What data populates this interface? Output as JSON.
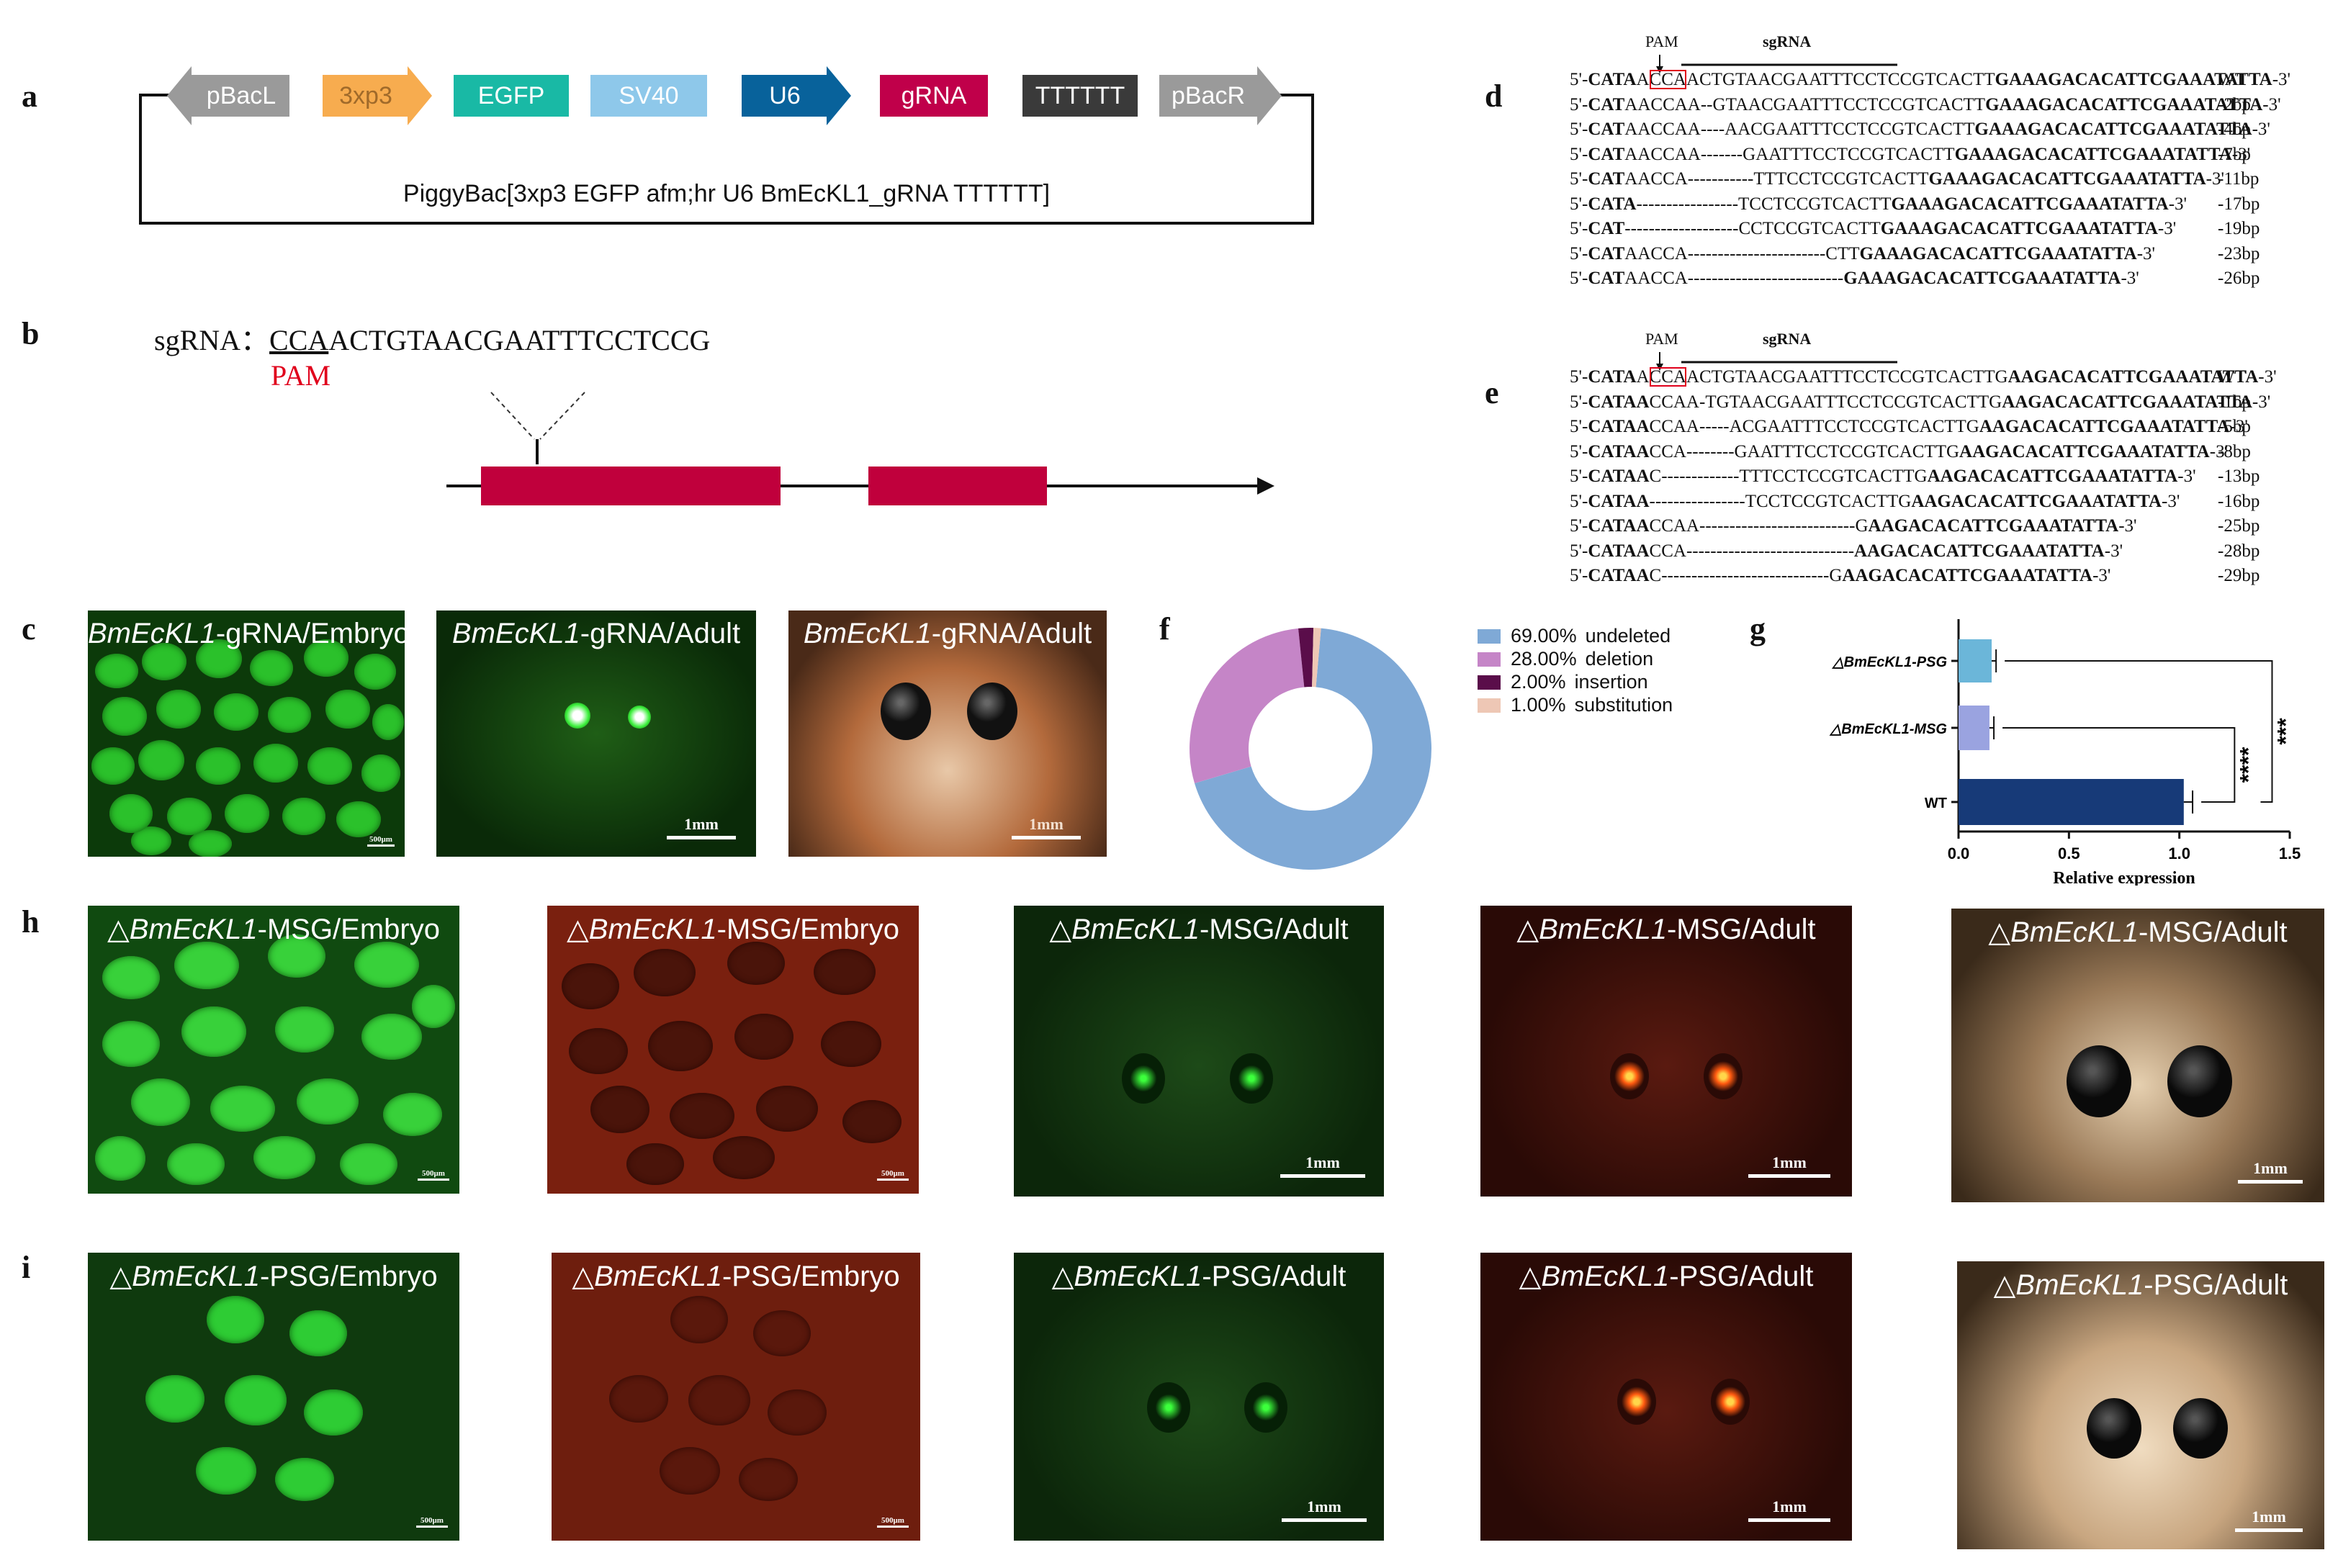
{
  "panel_labels": {
    "a": "a",
    "b": "b",
    "c": "c",
    "d": "d",
    "e": "e",
    "f": "f",
    "g": "g",
    "h": "h",
    "i": "i"
  },
  "panel_a": {
    "segments": [
      "pBacL",
      "3xp3",
      "EGFP",
      "SV40",
      "U6",
      "gRNA",
      "TTTTTT",
      "pBacR"
    ],
    "plasmid_name": "PiggyBac[3xp3 EGFP afm;hr U6 BmEcKL1_gRNA TTTTTT]"
  },
  "panel_b": {
    "prefix": "sgRNA：",
    "pam": "CCA",
    "rest": "ACTGTAACGAATTTCCTCCG",
    "pam_label": "PAM"
  },
  "panel_d": {
    "pam_label": "PAM",
    "sgrna_label": "sgRNA",
    "rows": [
      {
        "a": "5'-",
        "b": "CATA",
        "n": "A",
        "p": "CCA",
        "m": "ACTGTAACGAATTTCCTCCGTCACTT",
        "s": "GAAAGACACATTCGAAATATTA",
        "e": "-3'",
        "tag": "WT"
      },
      {
        "a": "5'-",
        "b": "CAT",
        "n": "AACCAA",
        "p": "",
        "m": "--GTAACGAATTTCCTCCGTCACTT",
        "s": "GAAAGACACATTCGAAATATTA",
        "e": "-3'",
        "tag": "-2bp"
      },
      {
        "a": "5'-",
        "b": "CAT",
        "n": "AACCAA",
        "p": "",
        "m": "----AACGAATTTCCTCCGTCACTT",
        "s": "GAAAGACACATTCGAAATATTA",
        "e": "-3'",
        "tag": "-4bp"
      },
      {
        "a": "5'-",
        "b": "CAT",
        "n": "AACCAA",
        "p": "",
        "m": "-------GAATTTCCTCCGTCACTT",
        "s": "GAAAGACACATTCGAAATATTA",
        "e": "-3'",
        "tag": "-7bp"
      },
      {
        "a": "5'-",
        "b": "CAT",
        "n": "AACCA",
        "p": "",
        "m": "-----------TTTCCTCCGTCACTT",
        "s": "GAAAGACACATTCGAAATATTA",
        "e": "-3'",
        "tag": "-11bp"
      },
      {
        "a": "5'-",
        "b": "CATA",
        "n": "",
        "p": "",
        "m": "-----------------TCCTCCGTCACTT",
        "s": "GAAAGACACATTCGAAATATTA",
        "e": "-3'",
        "tag": "-17bp"
      },
      {
        "a": "5'-",
        "b": "CAT",
        "n": "",
        "p": "",
        "m": "-------------------CCTCCGTCACTT",
        "s": "GAAAGACACATTCGAAATATTA",
        "e": "-3'",
        "tag": "-19bp"
      },
      {
        "a": "5'-",
        "b": "CAT",
        "n": "AACCA",
        "p": "",
        "m": "-----------------------CTT",
        "s": "GAAAGACACATTCGAAATATTA",
        "e": "-3'",
        "tag": "-23bp"
      },
      {
        "a": "5'-",
        "b": "CAT",
        "n": "AACCA",
        "p": "",
        "m": "--------------------------",
        "s": "GAAAGACACATTCGAAATATTA",
        "e": "-3'",
        "tag": "-26bp"
      }
    ]
  },
  "panel_e": {
    "pam_label": "PAM",
    "sgrna_label": "sgRNA",
    "rows": [
      {
        "a": "5'-",
        "b": "CATA",
        "n": "A",
        "p": "CCA",
        "m": "ACTGTAACGAATTTCCTCCGTCACTTG",
        "s": "AAGACACATTCGAAATATTA",
        "e": "-3'",
        "tag": "WT"
      },
      {
        "a": "5'-",
        "b": "CATAA",
        "n": "CCAA",
        "p": "",
        "m": "-TGTAACGAATTTCCTCCGTCACTTG",
        "s": "AAGACACATTCGAAATATTA",
        "e": "-3'",
        "tag": "-1bp"
      },
      {
        "a": "5'-",
        "b": "CATAA",
        "n": "CCAA",
        "p": "",
        "m": "-----ACGAATTTCCTCCGTCACTTG",
        "s": "AAGACACATTCGAAATATTA",
        "e": "-3'",
        "tag": "-5bp"
      },
      {
        "a": "5'-",
        "b": "CATAA",
        "n": "CCA",
        "p": "",
        "m": "--------GAATTTCCTCCGTCACTTG",
        "s": "AAGACACATTCGAAATATTA",
        "e": "-3'",
        "tag": "-8bp"
      },
      {
        "a": "5'-",
        "b": "CATAA",
        "n": "C",
        "p": "",
        "m": "-------------TTTCCTCCGTCACTTG",
        "s": "AAGACACATTCGAAATATTA",
        "e": "-3'",
        "tag": "-13bp"
      },
      {
        "a": "5'-",
        "b": "CATAA",
        "n": "",
        "p": "",
        "m": "----------------TCCTCCGTCACTTG",
        "s": "AAGACACATTCGAAATATTA",
        "e": "-3'",
        "tag": "-16bp"
      },
      {
        "a": "5'-",
        "b": "CATAA",
        "n": "CCAA",
        "p": "",
        "m": "--------------------------G",
        "s": "AAGACACATTCGAAATATTA",
        "e": "-3'",
        "tag": "-25bp"
      },
      {
        "a": "5'-",
        "b": "CATAA",
        "n": "CCA",
        "p": "",
        "m": "----------------------------",
        "s": "AAGACACATTCGAAATATTA",
        "e": "-3'",
        "tag": "-28bp"
      },
      {
        "a": "5'-",
        "b": "CATAA",
        "n": "C",
        "p": "",
        "m": "----------------------------G",
        "s": "AAGACACATTCGAAATATTA",
        "e": "-3'",
        "tag": "-29bp"
      }
    ]
  },
  "photos_c": [
    {
      "italic": "BmEcKL1",
      "rest": "-gRNA/Embryo",
      "scale": "500μm"
    },
    {
      "italic": "BmEcKL1",
      "rest": "-gRNA/Adult",
      "scale": "1mm"
    },
    {
      "italic": "BmEcKL1",
      "rest": "-gRNA/Adult",
      "scale": "1mm"
    }
  ],
  "photos_h": [
    {
      "prefix": "△",
      "italic": "BmEcKL1",
      "rest": "-MSG/Embryo",
      "scale": "500μm"
    },
    {
      "prefix": "△",
      "italic": "BmEcKL1",
      "rest": "-MSG/Embryo",
      "scale": "500μm"
    },
    {
      "prefix": "△",
      "italic": "BmEcKL1",
      "rest": "-MSG/Adult",
      "scale": "1mm"
    },
    {
      "prefix": "△",
      "italic": "BmEcKL1",
      "rest": "-MSG/Adult",
      "scale": "1mm"
    },
    {
      "prefix": "△",
      "italic": "BmEcKL1",
      "rest": "-MSG/Adult",
      "scale": "1mm"
    }
  ],
  "photos_i": [
    {
      "prefix": "△",
      "italic": "BmEcKL1",
      "rest": "-PSG/Embryo",
      "scale": "500μm"
    },
    {
      "prefix": "△",
      "italic": "BmEcKL1",
      "rest": "-PSG/Embryo",
      "scale": "500μm"
    },
    {
      "prefix": "△",
      "italic": "BmEcKL1",
      "rest": "-PSG/Adult",
      "scale": "1mm"
    },
    {
      "prefix": "△",
      "italic": "BmEcKL1",
      "rest": "-PSG/Adult",
      "scale": "1mm"
    },
    {
      "prefix": "△",
      "italic": "BmEcKL1",
      "rest": "-PSG/Adult",
      "scale": "1mm"
    }
  ],
  "colors": {
    "egfp_bg": "#0f3a0c",
    "egfp_egg": "#2fd12f",
    "dsred_bg": "#6e1a0e",
    "dsred_egg": "#4a1208",
    "accent_red": "#c0003c"
  },
  "chart_data": [
    {
      "type": "pie",
      "variant": "donut",
      "panel": "f",
      "slices": [
        {
          "label": "undeleted",
          "value": 69.0,
          "display": "69.00%",
          "color": "#7fa9d6"
        },
        {
          "label": "deletion",
          "value": 28.0,
          "display": "28.00%",
          "color": "#c585c7"
        },
        {
          "label": "insertion",
          "value": 2.0,
          "display": "2.00%",
          "color": "#5a0d4a"
        },
        {
          "label": "substitution",
          "value": 1.0,
          "display": "1.00%",
          "color": "#eec7b5"
        }
      ],
      "legend_position": "right"
    },
    {
      "type": "bar",
      "orientation": "horizontal",
      "panel": "g",
      "categories": [
        "△BmEcKL1-PSG",
        "△BmEcKL1-MSG",
        "WT"
      ],
      "values": [
        0.15,
        0.14,
        1.02
      ],
      "errors": [
        0.02,
        0.02,
        0.04
      ],
      "colors": [
        "#6bb6d9",
        "#9aa3e0",
        "#173a78"
      ],
      "xlabel": "Relative expression",
      "xlim": [
        0,
        1.5
      ],
      "xticks": [
        "0.0",
        "0.5",
        "1.0",
        "1.5"
      ],
      "significance": [
        {
          "between": [
            "△BmEcKL1-MSG",
            "WT"
          ],
          "label": "****"
        },
        {
          "between": [
            "△BmEcKL1-PSG",
            "WT"
          ],
          "label": "***"
        }
      ]
    }
  ]
}
